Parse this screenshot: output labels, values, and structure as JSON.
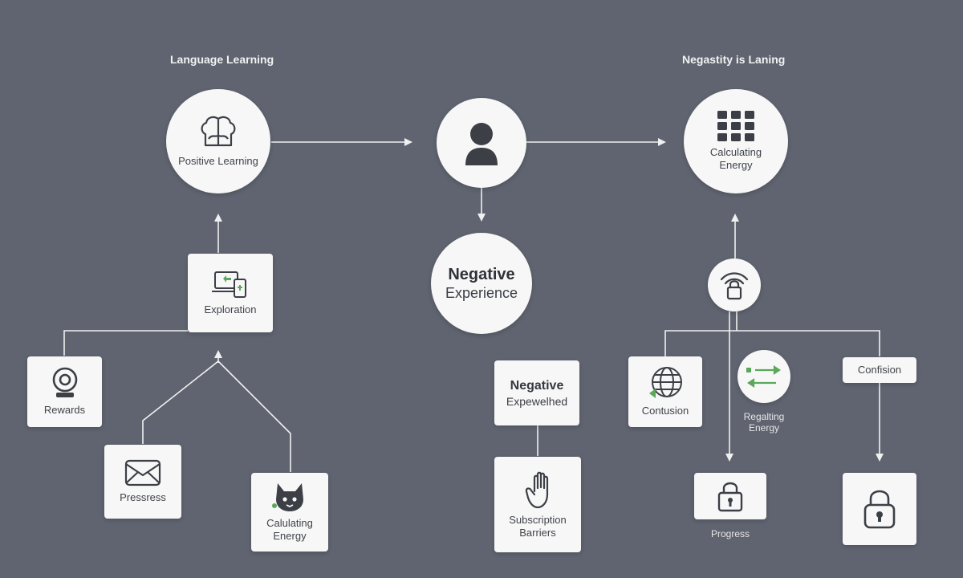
{
  "headings": {
    "left": "Language Learning",
    "right": "Negastity is Laning"
  },
  "nodes": {
    "positive_learning": "Positive Learning",
    "exploration": "Exploration",
    "rewards": "Rewards",
    "pressress": "Pressress",
    "calculating_energy_left": [
      "Calulating",
      "Energy"
    ],
    "negative_experience": [
      "Negative",
      "Experience"
    ],
    "negative_expewelhed": [
      "Negative",
      "Expewelhed"
    ],
    "subscription_barriers": [
      "Subscription",
      "Barriers"
    ],
    "calculating_energy_right": [
      "Calculating",
      "Energy"
    ],
    "contusion": "Contusion",
    "regalting_energy": [
      "Regalting",
      "Energy"
    ],
    "confision": "Confision",
    "progress": "Progress"
  },
  "icons": {
    "positive_learning": "brain-icon",
    "center_user": "user-icon",
    "exploration": "devices-icon",
    "rewards": "webcam-icon",
    "pressress": "envelope-icon",
    "calculating_energy_left": "cat-face-icon",
    "subscription_barriers": "hand-icon",
    "calculating_energy_right": "grid-icon",
    "wifi_lock": "wifi-lock-icon",
    "contusion": "globe-icon",
    "regalting_energy": "exchange-arrows-icon",
    "progress": "padlock-icon",
    "confision_lock": "padlock-icon"
  },
  "colors": {
    "background": "#5f6470",
    "node": "#f7f7f7",
    "accent_green": "#5aa85a",
    "wire": "#f0f0f0"
  }
}
